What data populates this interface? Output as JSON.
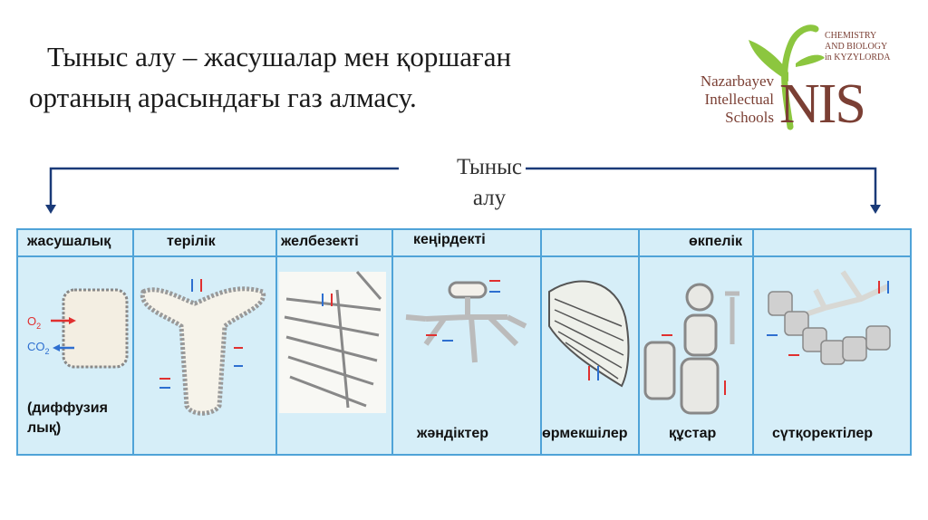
{
  "title": {
    "term": "Тыныс алу",
    "dash": " – ",
    "definition_line1": "жасушалар мен қоршаған",
    "definition_line2": "ортаның арасындағы газ алмасу."
  },
  "logo": {
    "org_line1": "Nazarbayev",
    "org_line2": "Intellectual",
    "org_line3": "Schools",
    "mark": "NIS",
    "school_line1": "CHEMISTRY",
    "school_line2": "AND BIOLOGY",
    "school_line3": "in KYZYLORDA"
  },
  "diagram": {
    "root_label_line1": "Тыныс",
    "root_label_line2": "алу",
    "categories": [
      "жасушалық",
      "терілік",
      "желбезекті",
      "кеңірдекті",
      "өкпелік"
    ],
    "note_line1": "(диффузия",
    "note_line2": "лық)",
    "gas_o2": "O",
    "gas_o2_sub": "2",
    "gas_co2": "CO",
    "gas_co2_sub": "2",
    "animals": [
      "жәндіктер",
      "өрмекшілер",
      "құстар",
      "сүтқоректілер"
    ],
    "colors": {
      "panel": "#d6eef8",
      "border": "#4fa3d8",
      "o2_arrow": "#e03030",
      "co2_arrow": "#2e6fd0"
    }
  }
}
